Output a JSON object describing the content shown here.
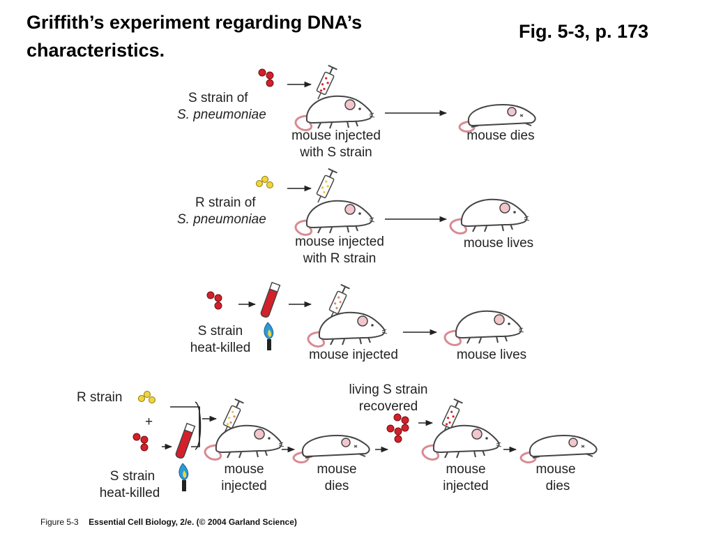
{
  "slide": {
    "title": "Griffith’s experiment regarding  DNA’s characteristics.",
    "figure_ref": "Fig. 5-3, p. 173"
  },
  "colors": {
    "s_strain": "#d4202a",
    "r_strain": "#f2d53a",
    "flame_blue": "#2a9ad8",
    "mouse_outline": "#444444",
    "mouse_tail": "#d98a93",
    "mouse_ear": "#f3c6cc"
  },
  "rows": [
    {
      "strain_label_1": "S strain of",
      "strain_label_2": "S. pneumoniae",
      "injected_label_1": "mouse injected",
      "injected_label_2": "with S strain",
      "outcome_label": "mouse dies"
    },
    {
      "strain_label_1": "R strain of",
      "strain_label_2": "S. pneumoniae",
      "injected_label_1": "mouse injected",
      "injected_label_2": "with R strain",
      "outcome_label": "mouse lives"
    },
    {
      "strain_label_1": "S strain",
      "strain_label_2": "heat-killed",
      "injected_label": "mouse injected",
      "outcome_label": "mouse lives"
    },
    {
      "r_label": "R strain",
      "plus": "+",
      "s_label_1": "S strain",
      "s_label_2": "heat-killed",
      "recovered_label_1": "living S strain",
      "recovered_label_2": "recovered",
      "injected_1a": "mouse",
      "injected_1b": "injected",
      "dies_1a": "mouse",
      "dies_1b": "dies",
      "injected_2a": "mouse",
      "injected_2b": "injected",
      "dies_2a": "mouse",
      "dies_2b": "dies"
    }
  ],
  "caption": {
    "figure": "Figure 5-3",
    "text": "Essential Cell Biology, 2/e. (© 2004 Garland Science)"
  }
}
